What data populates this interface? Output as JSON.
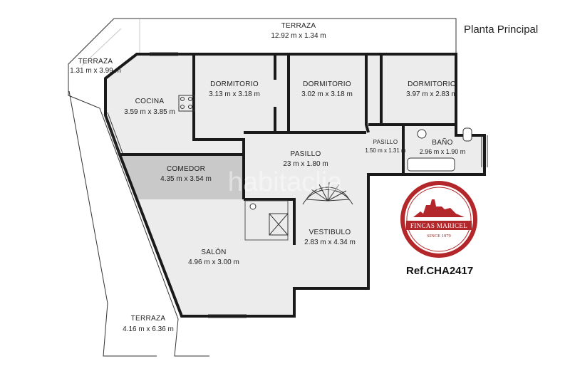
{
  "plan_title": "Planta Principal",
  "reference": "Ref.CHA2417",
  "watermark": "habitaclia",
  "logo": {
    "name": "FINCAS MARICEL",
    "since": "SINCE 1979",
    "accent_color": "#b3262a"
  },
  "colors": {
    "floor": "#ececec",
    "highlight": "#c9c9c9",
    "wall": "#1a1a1a"
  },
  "rooms": [
    {
      "key": "terraza_top",
      "name": "TERRAZA",
      "dims": "12.92 m x 1.34 m"
    },
    {
      "key": "terraza_left",
      "name": "TERRAZA",
      "dims": "1.31 m x 3.99 m"
    },
    {
      "key": "cocina",
      "name": "COCINA",
      "dims": "3.59 m x 3.85 m"
    },
    {
      "key": "dormitorio_1",
      "name": "DORMITORIO",
      "dims": "3.13 m x 3.18 m"
    },
    {
      "key": "dormitorio_2",
      "name": "DORMITORIO",
      "dims": "3.02 m x 3.18 m"
    },
    {
      "key": "dormitorio_3",
      "name": "DORMITORIO",
      "dims": "3.97 m x 2.83 m"
    },
    {
      "key": "pasillo_small",
      "name": "PASILLO",
      "dims": "1.50 m x 1.31 m"
    },
    {
      "key": "bano",
      "name": "BAÑO",
      "dims": "2.96 m x 1.90 m"
    },
    {
      "key": "pasillo",
      "name": "PASILLO",
      "dims": "23 m x 1.80 m"
    },
    {
      "key": "comedor",
      "name": "COMEDOR",
      "dims": "4.35 m x 3.54 m"
    },
    {
      "key": "vestibulo",
      "name": "VESTIBULO",
      "dims": "2.83 m x 4.34 m"
    },
    {
      "key": "salon",
      "name": "SALÓN",
      "dims": "4.96 m x 3.00 m"
    },
    {
      "key": "terraza_bottom",
      "name": "TERRAZA",
      "dims": "4.16 m x 6.36 m"
    }
  ]
}
